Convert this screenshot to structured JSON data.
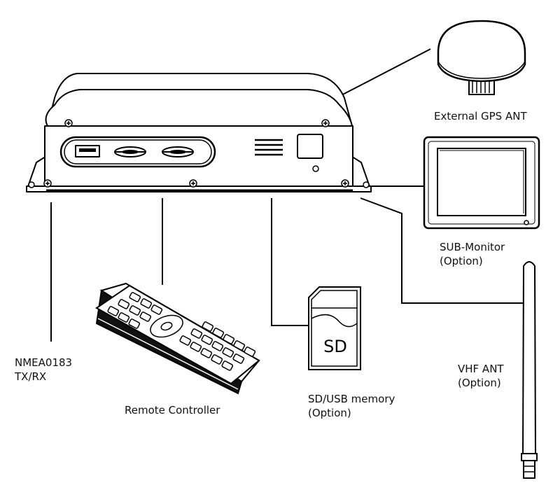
{
  "labels": {
    "gps_antenna": "External GPS ANT",
    "sub_monitor": [
      "SUB-Monitor",
      "(Option)"
    ],
    "vhf_antenna": [
      "VHF ANT",
      "(Option)"
    ],
    "sd_usb_memory": [
      "SD/USB memory",
      "(Option)"
    ],
    "remote_controller": "Remote Controller",
    "nmea": [
      "NMEA0183",
      "TX/RX"
    ]
  },
  "sd_card_text": "SD"
}
